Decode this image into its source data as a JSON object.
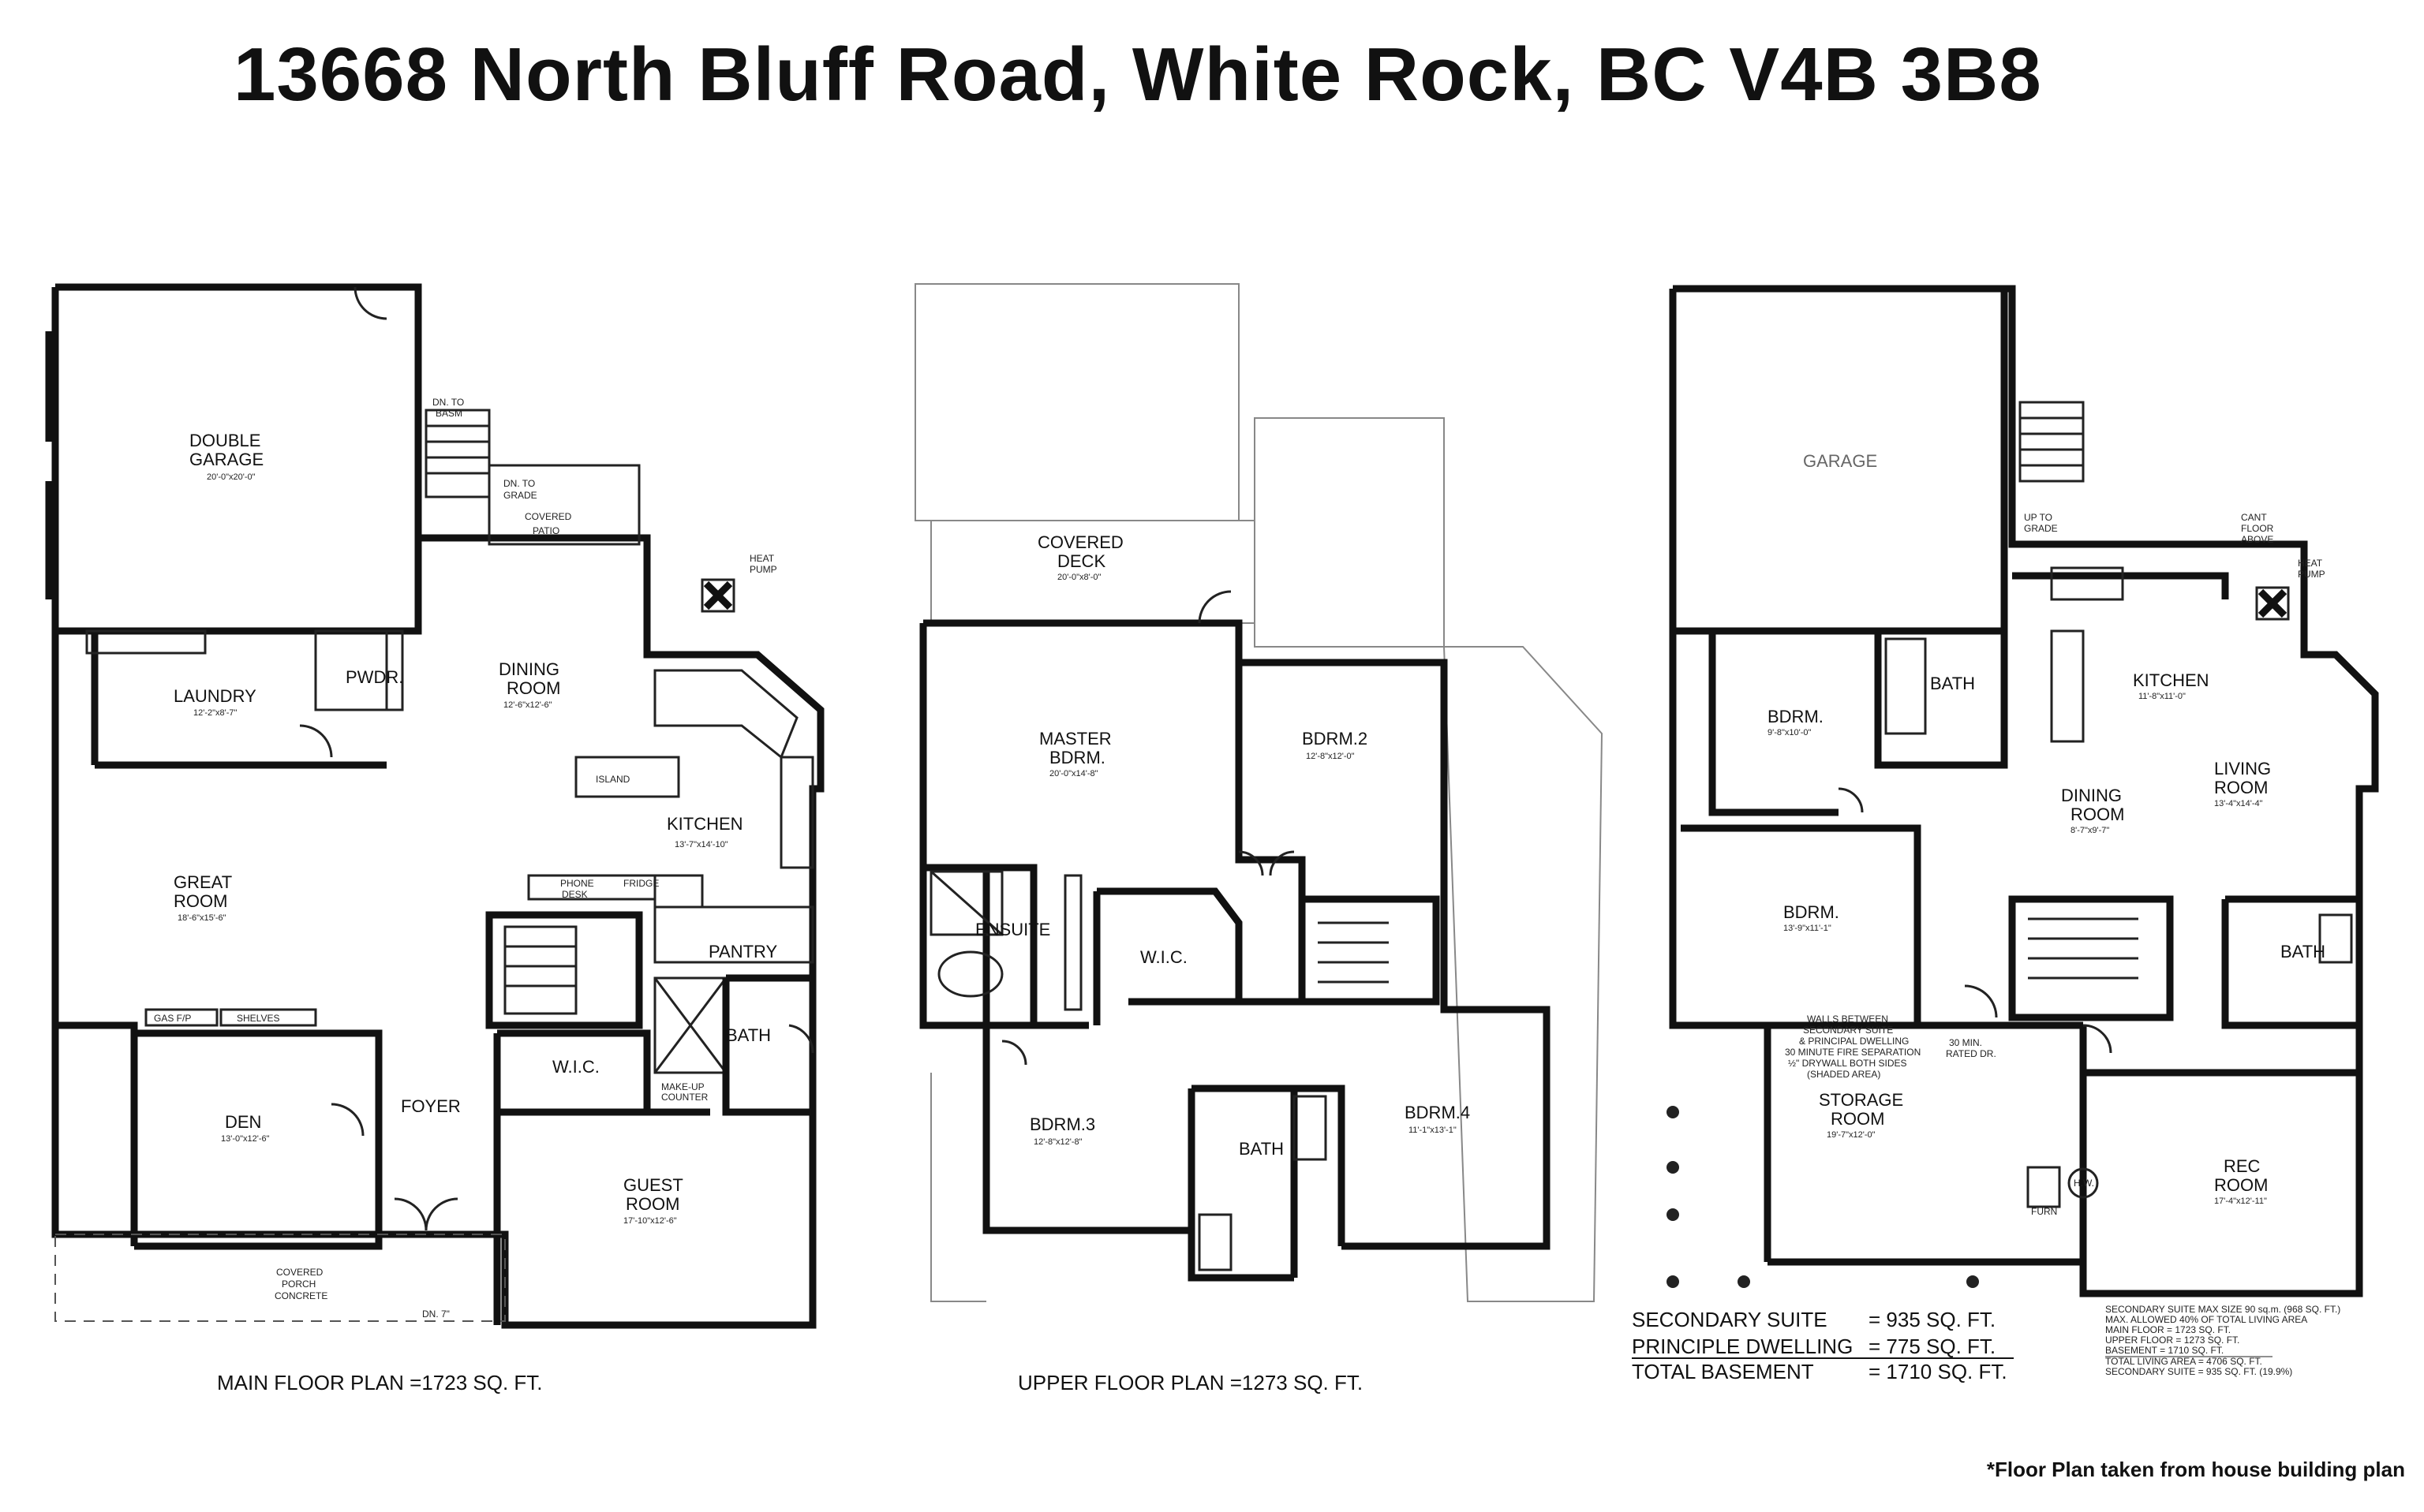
{
  "title": "13668 North Bluff Road, White Rock, BC V4B 3B8",
  "footnote": "*Floor Plan taken from house building plan",
  "main_floor": {
    "caption": "MAIN FLOOR PLAN =1723 SQ. FT.",
    "rooms": {
      "garage": "DOUBLE",
      "garage2": "GARAGE",
      "garage_dim": "20'-0\"x20'-0\"",
      "laundry": "LAUNDRY",
      "laundry_dim": "12'-2\"x8'-7\"",
      "pwdr": "PWDR.",
      "dining": "DINING",
      "dining2": "ROOM",
      "dining_dim": "12'-6\"x12'-6\"",
      "patio": "COVERED",
      "patio2": "PATIO",
      "dn_grade": "DN. TO",
      "dn_grade2": "GRADE",
      "dn_basm": "DN. TO",
      "dn_basm2": "BASM",
      "island": "ISLAND",
      "kitchen": "KITCHEN",
      "kitchen_dim": "13'-7\"x14'-10\"",
      "great": "GREAT",
      "great2": "ROOM",
      "great_dim": "18'-6\"x15'-6\"",
      "pantry": "PANTRY",
      "phone": "PHONE",
      "desk": "DESK",
      "fridge": "FRIDGE",
      "gas": "GAS F/P",
      "shelves": "SHELVES",
      "den": "DEN",
      "den_dim": "13'-0\"x12'-6\"",
      "foyer": "FOYER",
      "wic": "W.I.C.",
      "bath": "BATH",
      "guest": "GUEST",
      "guest2": "ROOM",
      "guest_dim": "17'-10\"x12'-6\"",
      "porch": "COVERED",
      "porch2": "PORCH",
      "porch3": "CONCRETE",
      "dn7": "DN. 7\"",
      "heat": "HEAT",
      "heat2": "PUMP",
      "makeup": "MAKE-UP",
      "makeup2": "COUNTER"
    }
  },
  "upper_floor": {
    "caption": "UPPER FLOOR PLAN =1273 SQ. FT.",
    "rooms": {
      "deck": "COVERED",
      "deck2": "DECK",
      "deck_dim": "20'-0\"x8'-0\"",
      "master": "MASTER",
      "master2": "BDRM.",
      "master_dim": "20'-0\"x14'-8\"",
      "bdrm2": "BDRM.2",
      "bdrm2_dim": "12'-8\"x12'-0\"",
      "ensuite": "ENSUITE",
      "wic": "W.I.C.",
      "bdrm3": "BDRM.3",
      "bdrm3_dim": "12'-8\"x12'-8\"",
      "bath": "BATH",
      "bdrm4": "BDRM.4",
      "bdrm4_dim": "11'-1\"x13'-1\""
    }
  },
  "basement": {
    "rooms": {
      "garage": "GARAGE",
      "up_grade": "UP TO",
      "up_grade2": "GRADE",
      "cant": "CANT",
      "cant2": "FLOOR",
      "cant3": "ABOVE",
      "heat": "HEAT",
      "heat2": "PUMP",
      "bdrm_a": "BDRM.",
      "bdrm_a_dim": "9'-8\"x10'-0\"",
      "bath_a": "BATH",
      "kitchen": "KITCHEN",
      "kitchen_dim": "11'-8\"x11'-0\"",
      "living": "LIVING",
      "living2": "ROOM",
      "living_dim": "13'-4\"x14'-4\"",
      "dining": "DINING",
      "dining2": "ROOM",
      "dining_dim": "8'-7\"x9'-7\"",
      "bdrm_b": "BDRM.",
      "bdrm_b_dim": "13'-9\"x11'-1\"",
      "bath_b": "BATH",
      "storage": "STORAGE",
      "storage2": "ROOM",
      "storage_dim": "19'-7\"x12'-0\"",
      "rec": "REC",
      "rec2": "ROOM",
      "rec_dim": "17'-4\"x12'-11\"",
      "furn": "FURN",
      "hw": "H.W.",
      "walls_note1": "WALLS BETWEEN",
      "walls_note2": "SECONDARY SUITE",
      "walls_note3": "& PRINCIPAL DWELLING",
      "walls_note4": "30 MINUTE FIRE SEPARATION",
      "walls_note5": "½\" DRYWALL BOTH SIDES",
      "walls_note6": "(SHADED AREA)",
      "rated1": "30 MIN.",
      "rated2": "RATED DR."
    },
    "areas": [
      {
        "label": "SECONDARY SUITE",
        "value": "= 935 SQ. FT."
      },
      {
        "label": "PRINCIPLE DWELLING",
        "value": "= 775 SQ. FT."
      },
      {
        "label": "TOTAL BASEMENT",
        "value": "= 1710 SQ. FT."
      }
    ],
    "notes": [
      "SECONDARY SUITE MAX SIZE 90 sq.m. (968 SQ. FT.)",
      "MAX. ALLOWED 40% OF TOTAL LIVING AREA",
      "MAIN FLOOR        = 1723 SQ. FT.",
      "UPPER FLOOR       = 1273 SQ. FT.",
      "BASEMENT          = 1710 SQ. FT.",
      "TOTAL LIVING AREA  = 4706 SQ. FT.",
      "SECONDARY SUITE    = 935 SQ. FT. (19.9%)"
    ]
  }
}
